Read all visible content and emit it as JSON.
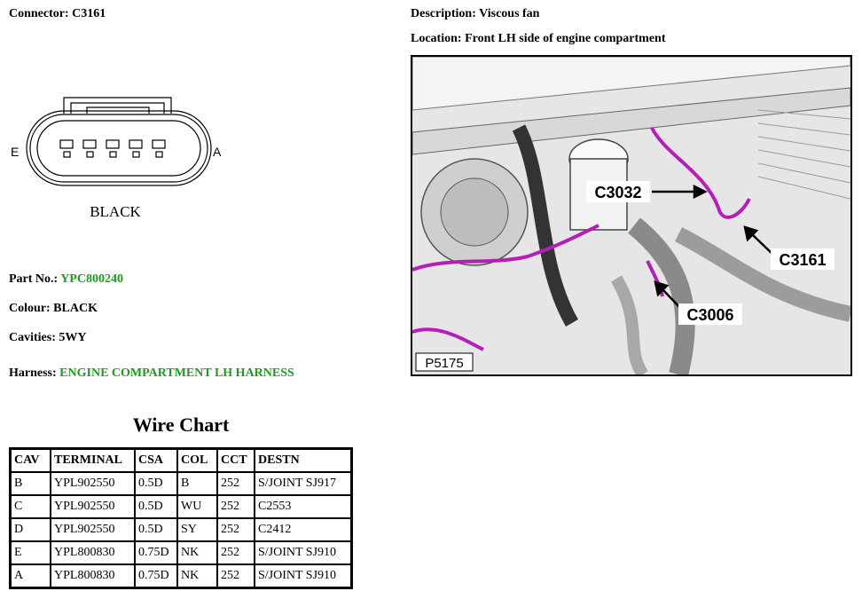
{
  "connector": {
    "label": "Connector:",
    "value": "C3161",
    "end_left": "E",
    "end_right": "A",
    "housing_colour": "BLACK"
  },
  "description": {
    "label": "Description:",
    "value": "Viscous fan"
  },
  "location": {
    "label": "Location:",
    "value": "Front LH side of engine compartment"
  },
  "part_no": {
    "label": "Part No.:",
    "value": "YPC800240"
  },
  "colour": {
    "label": "Colour:",
    "value": "BLACK"
  },
  "cavities": {
    "label": "Cavities:",
    "value": "5WY"
  },
  "harness": {
    "label": "Harness:",
    "value": "ENGINE COMPARTMENT LH HARNESS"
  },
  "photo": {
    "callouts": [
      "C3032",
      "C3161",
      "C3006"
    ],
    "ref": "P5175",
    "harness_color": "#b51fb8"
  },
  "wire_chart": {
    "title": "Wire Chart",
    "headers": [
      "CAV",
      "TERMINAL",
      "CSA",
      "COL",
      "CCT",
      "DESTN"
    ],
    "rows": [
      [
        "B",
        "YPL902550",
        "0.5D",
        "B",
        "252",
        "S/JOINT SJ917"
      ],
      [
        "C",
        "YPL902550",
        "0.5D",
        "WU",
        "252",
        "C2553"
      ],
      [
        "D",
        "YPL902550",
        "0.5D",
        "SY",
        "252",
        "C2412"
      ],
      [
        "E",
        "YPL800830",
        "0.75D",
        "NK",
        "252",
        "S/JOINT SJ910"
      ],
      [
        "A",
        "YPL800830",
        "0.75D",
        "NK",
        "252",
        "S/JOINT SJ910"
      ]
    ]
  },
  "colors": {
    "value_green": "#1e9a1e"
  }
}
